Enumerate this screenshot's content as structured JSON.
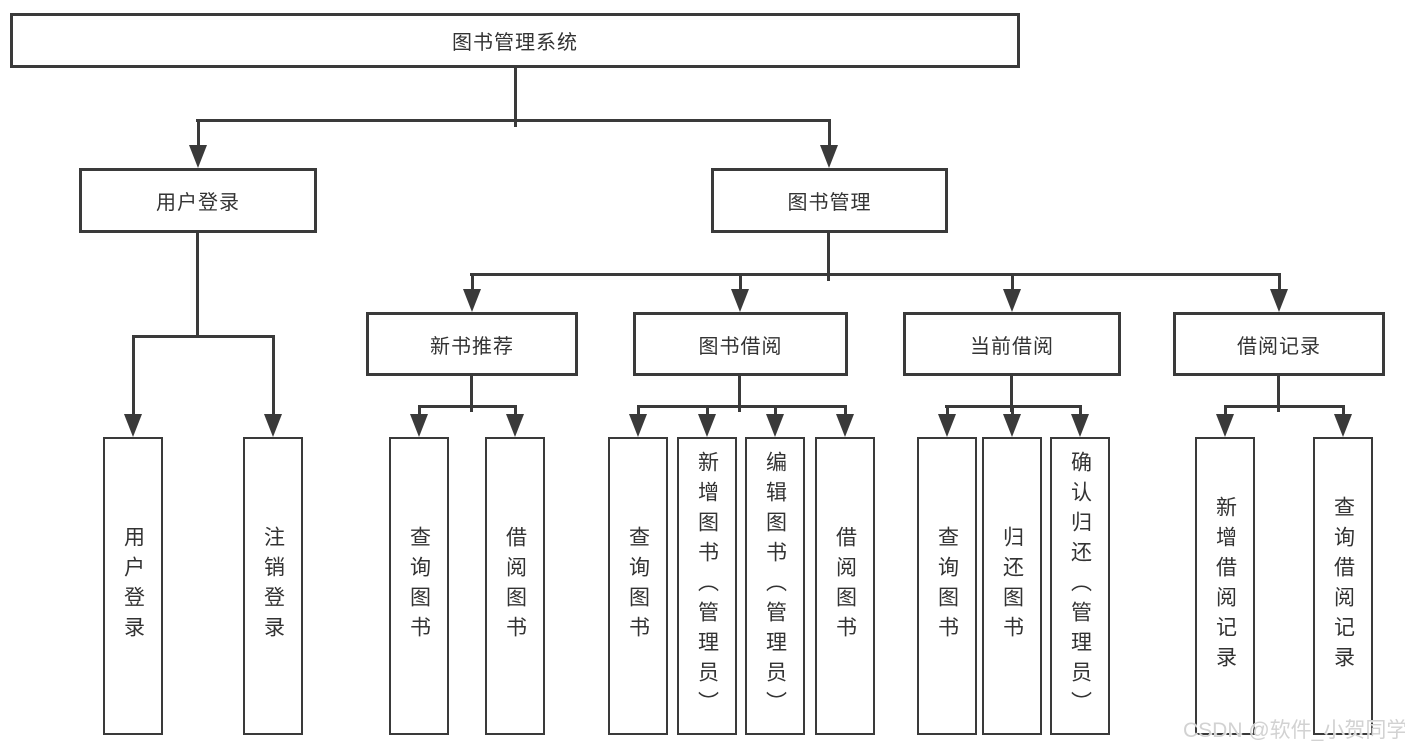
{
  "diagram_title": "图书管理系统",
  "tree": {
    "root": {
      "label": "图书管理系统"
    },
    "branches": [
      {
        "label": "用户登录",
        "children": [
          {
            "label": "用户登录"
          },
          {
            "label": "注销登录"
          }
        ]
      },
      {
        "label": "图书管理",
        "children": [
          {
            "label": "新书推荐",
            "children": [
              {
                "label": "查询图书"
              },
              {
                "label": "借阅图书"
              }
            ]
          },
          {
            "label": "图书借阅",
            "children": [
              {
                "label": "查询图书"
              },
              {
                "label": "新增图书（管理员）"
              },
              {
                "label": "编辑图书（管理员）"
              },
              {
                "label": "借阅图书"
              }
            ]
          },
          {
            "label": "当前借阅",
            "children": [
              {
                "label": "查询图书"
              },
              {
                "label": "归还图书"
              },
              {
                "label": "确认归还（管理员）"
              }
            ]
          },
          {
            "label": "借阅记录",
            "children": [
              {
                "label": "新增借阅记录"
              },
              {
                "label": "查询借阅记录"
              }
            ]
          }
        ]
      }
    ]
  },
  "watermark": {
    "text": "CSDN @软件_小贺同学"
  },
  "colors": {
    "line": "#3a3a3a",
    "text": "#333333",
    "background": "#ffffff",
    "watermark": "#d2d2d2"
  }
}
